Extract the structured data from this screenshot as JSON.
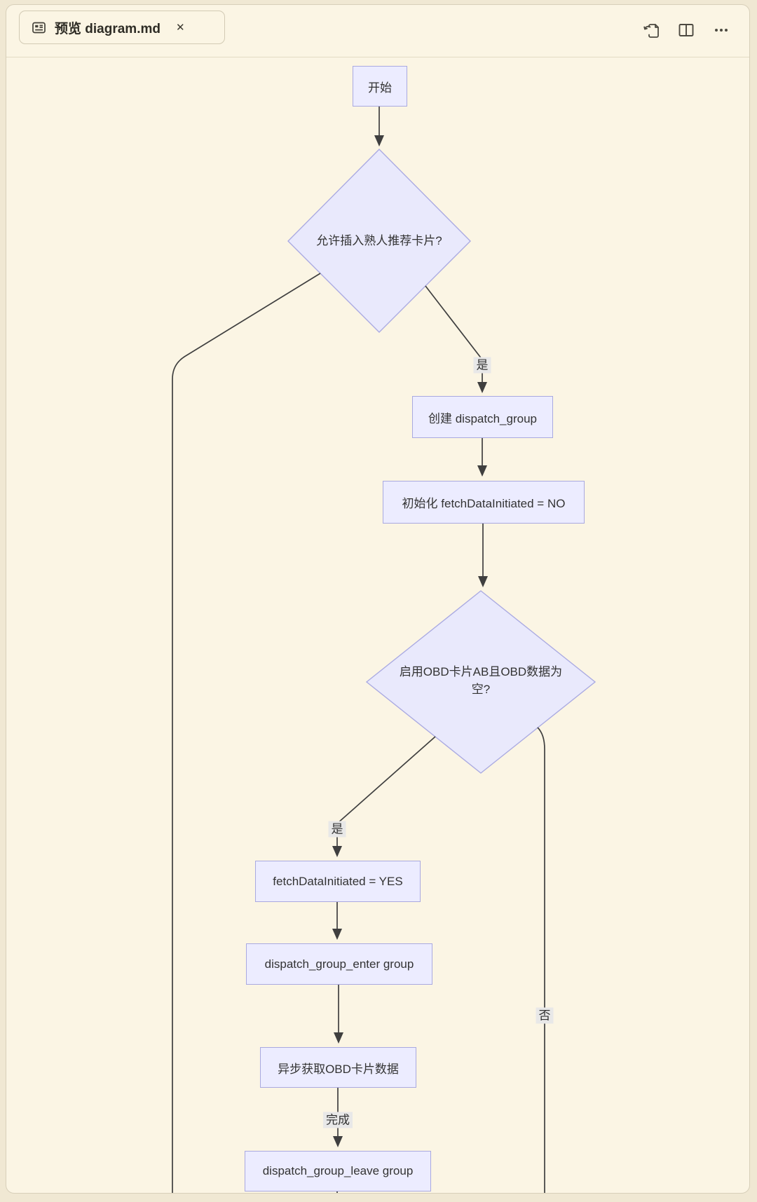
{
  "window": {
    "tab": {
      "icon": "markdown-preview-icon",
      "title": "预览 diagram.md",
      "close_glyph": "✕"
    },
    "actions": {
      "icons": [
        "open-source-file-icon",
        "split-editor-icon",
        "more-actions-icon"
      ]
    }
  },
  "diagram": {
    "nodes": {
      "start": {
        "label": "开始"
      },
      "decision1": {
        "label": "允许插入熟人推荐卡片?"
      },
      "create_group": {
        "label": "创建 dispatch_group"
      },
      "init_flag": {
        "label": "初始化 fetchDataInitiated = NO"
      },
      "decision2": {
        "line1": "启用OBD卡片AB且OBD数据为",
        "line2": "空?"
      },
      "set_flag": {
        "label": "fetchDataInitiated = YES"
      },
      "enter_group": {
        "label": "dispatch_group_enter group"
      },
      "fetch_data": {
        "label": "异步获取OBD卡片数据"
      },
      "leave_group": {
        "label": "dispatch_group_leave group"
      }
    },
    "edge_labels": {
      "yes1": "是",
      "yes2": "是",
      "no": "否",
      "done": "完成"
    },
    "colors": {
      "node_fill": "#ECECFF",
      "node_border": "#A9A9E0",
      "edge": "#3F3F3F",
      "edge_label_bg": "#E8E8E8",
      "text": "#333333",
      "background": "#FBF5E4"
    }
  }
}
